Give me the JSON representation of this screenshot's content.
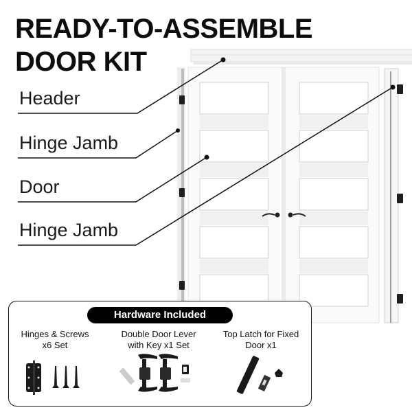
{
  "title": {
    "line1": "READY-TO-ASSEMBLE",
    "line2": "DOOR KIT"
  },
  "callouts": [
    {
      "label": "Header",
      "target": "header"
    },
    {
      "label": "Hinge Jamb",
      "target": "left-hinge-jamb"
    },
    {
      "label": "Door",
      "target": "door"
    },
    {
      "label": "Hinge Jamb",
      "target": "right-hinge-jamb"
    }
  ],
  "hardware": {
    "heading": "Hardware Included",
    "items": [
      {
        "line1": "Hinges & Screws",
        "line2": "x6 Set",
        "icon": "hinge-and-screws-icon"
      },
      {
        "line1": "Double Door Lever",
        "line2": "with Key x1 Set",
        "icon": "door-lever-set-icon"
      },
      {
        "line1": "Top Latch for Fixed",
        "line2": "Door x1",
        "icon": "top-latch-icon"
      }
    ]
  },
  "colors": {
    "ink": "#111111",
    "door_white": "#f7f7f7",
    "door_shadow": "#d6d6d6",
    "hardware_black": "#1a1a1a"
  }
}
